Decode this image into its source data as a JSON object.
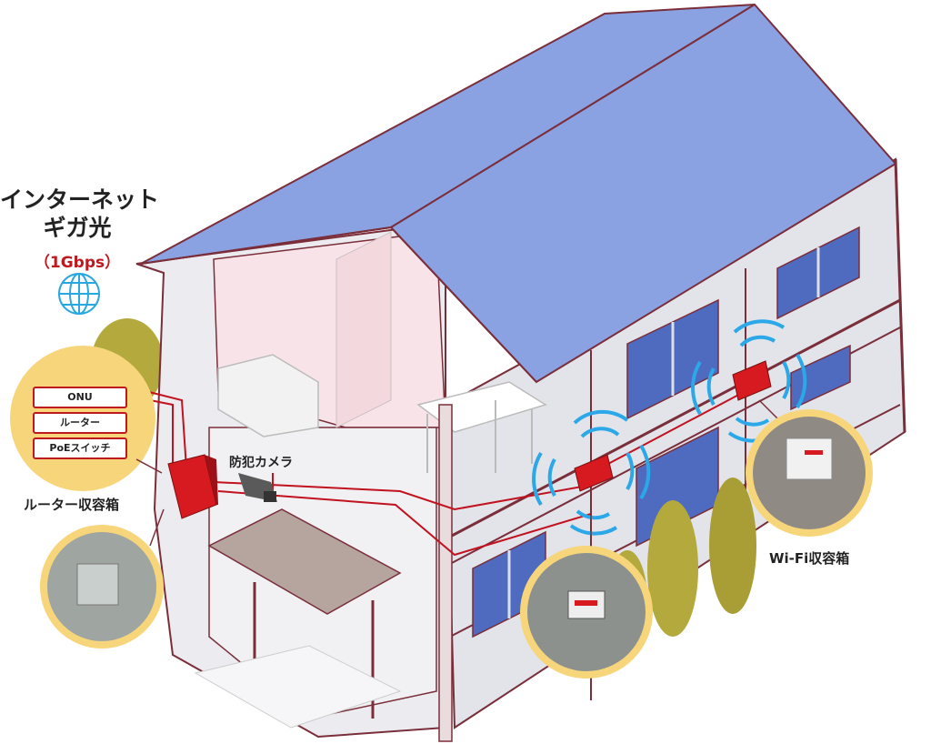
{
  "internet": {
    "line1": "インターネット",
    "line2": "ギガ光",
    "speed": "（1Gbps）",
    "icon": "globe-icon"
  },
  "router_box": {
    "caption": "ルーター収容箱",
    "contents": [
      "ONU",
      "ルーター",
      "PoEスイッチ"
    ]
  },
  "camera": {
    "caption": "防犯カメラ"
  },
  "wifi_box": {
    "caption": "Wi-Fi収容箱"
  },
  "colors": {
    "roof": "#8aa2e2",
    "roof_outline": "#7a2e3a",
    "wall": "#ececf0",
    "window": "#4f6bbf",
    "interior": "#f8e4e8",
    "device": "#d71920",
    "cable": "#c1121f",
    "wifi_wave": "#2aa8e8",
    "callout": "#f7d57a",
    "tree": "#b3a93d",
    "text_accent": "#c0181f",
    "globe": "#29a7df"
  }
}
